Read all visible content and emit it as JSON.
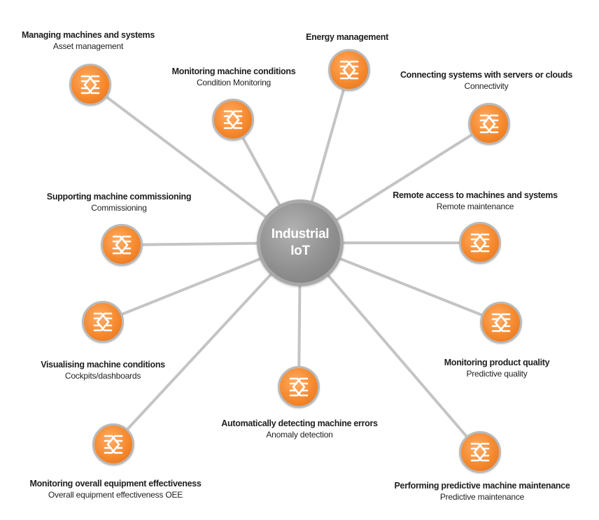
{
  "hub": {
    "line1": "Industrial",
    "line2": "IoT"
  },
  "colors": {
    "node_fill": "#f5892e",
    "node_ring": "#b9b9b9",
    "hub_fill": "#909090",
    "connector": "#c4c4c4",
    "text": "#1f1f1f"
  },
  "node_icon": "interlinked-chain-icon",
  "nodes": [
    {
      "id": "asset-management",
      "title": "Managing machines and systems",
      "subtitle": "Asset management"
    },
    {
      "id": "condition-monitoring",
      "title": "Monitoring machine conditions",
      "subtitle": "Condition Monitoring"
    },
    {
      "id": "energy-management",
      "title": "Energy management",
      "subtitle": ""
    },
    {
      "id": "connectivity",
      "title": "Connecting systems with servers or clouds",
      "subtitle": "Connectivity"
    },
    {
      "id": "commissioning",
      "title": "Supporting machine commissioning",
      "subtitle": "Commissioning"
    },
    {
      "id": "remote-maintenance",
      "title": "Remote access to machines and systems",
      "subtitle": "Remote maintenance"
    },
    {
      "id": "dashboards",
      "title": "Visualising machine conditions",
      "subtitle": "Cockpits/dashboards"
    },
    {
      "id": "predictive-quality",
      "title": "Monitoring product quality",
      "subtitle": "Predictive quality"
    },
    {
      "id": "anomaly-detection",
      "title": "Automatically detecting machine errors",
      "subtitle": "Anomaly detection"
    },
    {
      "id": "oee",
      "title": "Monitoring overall equipment effectiveness",
      "subtitle": "Overall equipment effectiveness OEE"
    },
    {
      "id": "predictive-maintenance",
      "title": "Performing predictive machine maintenance",
      "subtitle": "Predictive maintenance"
    }
  ]
}
